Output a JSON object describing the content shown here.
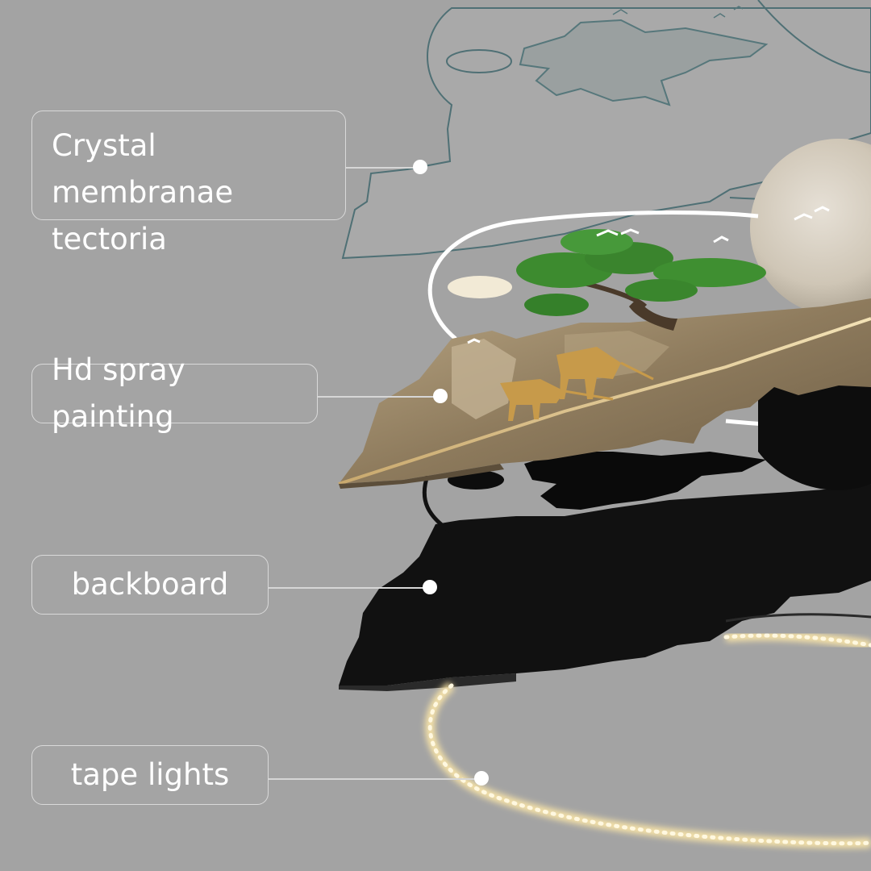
{
  "callouts": [
    {
      "id": "membrane",
      "text_line1": "Crystal membranae",
      "text_line2": "tectoria"
    },
    {
      "id": "spray",
      "text": "Hd spray painting"
    },
    {
      "id": "backboard",
      "text": "backboard"
    },
    {
      "id": "tape",
      "text": "tape lights"
    }
  ],
  "colors": {
    "background": "#a3a3a3",
    "callout_border": "#d9d9d9",
    "callout_text": "#ffffff",
    "leader_line": "#d6d6d6",
    "membrane_outline": "#4d6d72",
    "backboard": "#111111",
    "tape_light": "#fff3c4",
    "tree": "#3c8a2e",
    "rock": "#a8926e",
    "moon": "#d6cfc2"
  }
}
